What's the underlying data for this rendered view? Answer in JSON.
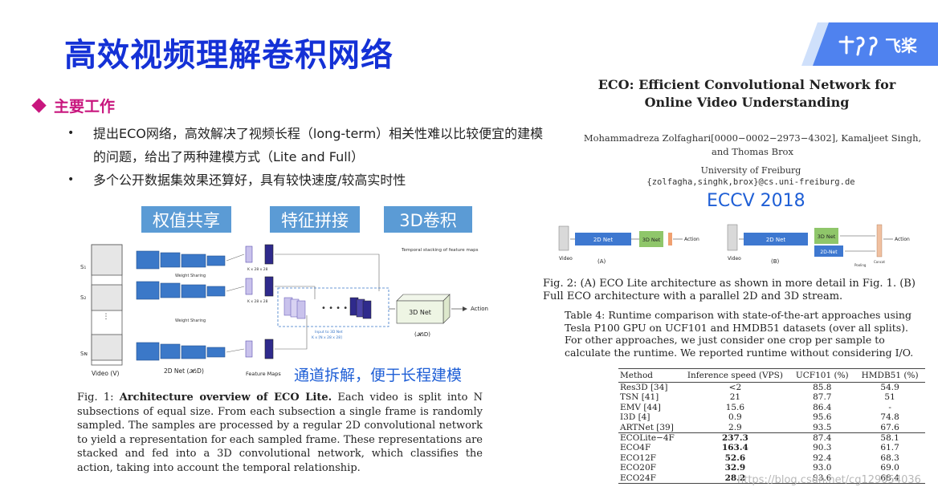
{
  "slide": {
    "title": "高效视频理解卷积网络",
    "logo_text": "飞桨",
    "section_heading": "主要工作",
    "bullets": [
      "提出ECO网络，高效解决了视频长程（long-term）相关性难以比较便宜的建模的问题，给出了两种建模方式（Lite and Full）",
      "多个公开数据集效果还算好，具有较快速度/较高实时性"
    ],
    "tags": [
      "权值共享",
      "特征拼接",
      "3D卷积"
    ],
    "channel_note": "通道拆解，便于长程建模",
    "venue": "ECCV 2018",
    "watermark": "https://blog.csdn.net/cg129054036"
  },
  "fig1": {
    "segments": [
      "S₁",
      "S₂",
      "Sɴ"
    ],
    "video_label": "Video (V)",
    "net2d_label": "2D Net (𝓗₂D)",
    "weight_sharing": "Weight Sharing",
    "feature_maps": "Feature Maps",
    "fmap_size": "K x 28 x 28",
    "temporal_note": "Temporal stacking of feature maps",
    "input_note": "Input to 3D Net",
    "input_size": "K x [N x 28 x 28]",
    "net3d_label": "3D Net",
    "net3d_sub": "(𝓗₃D)",
    "action": "Action"
  },
  "fig1_caption": {
    "label": "Fig. 1:",
    "bold": "Architecture overview of ECO Lite.",
    "text": "Each video is split into N subsections of equal size. From each subsection a single frame is randomly sampled. The samples are processed by a regular 2D convolutional network to yield a representation for each sampled frame. These representations are stacked and fed into a 3D convolutional network, which classifies the action, taking into account the temporal relationship."
  },
  "paper": {
    "title_line1": "ECO: Efficient Convolutional Network for",
    "title_line2": "Online Video Understanding",
    "authors": "Mohammadreza Zolfaghari[0000−0002−2973−4302], Kamaljeet Singh, and Thomas Brox",
    "affiliation": "University of Freiburg",
    "emails": "{zolfagha,singhk,brox}@cs.uni-freiburg.de"
  },
  "fig2": {
    "video": "Video",
    "net2d": "2D Net",
    "net3d": "3D Net",
    "net2d_small": "2D-Net",
    "pooling": "Pooling",
    "concat": "Concat",
    "action": "Action",
    "label_a": "(A)",
    "label_b": "(B)",
    "caption": "Fig. 2: (A) ECO Lite architecture as shown in more detail in Fig. 1. (B) Full ECO architecture with a parallel 2D and 3D stream."
  },
  "table4": {
    "caption": "Table 4: Runtime comparison with state-of-the-art approaches using Tesla P100 GPU on UCF101 and HMDB51 datasets (over all splits). For other approaches, we just consider one crop per sample to calculate the runtime. We reported runtime without considering I/O.",
    "headers": [
      "Method",
      "Inference speed (VPS)",
      "UCF101 (%)",
      "HMDB51 (%)"
    ],
    "rows": [
      [
        "Res3D [34]",
        "<2",
        "85.8",
        "54.9"
      ],
      [
        "TSN [41]",
        "21",
        "87.7",
        "51"
      ],
      [
        "EMV [44]",
        "15.6",
        "86.4",
        "-"
      ],
      [
        "I3D [4]",
        "0.9",
        "95.6",
        "74.8"
      ],
      [
        "ARTNet [39]",
        "2.9",
        "93.5",
        "67.6"
      ],
      [
        "ECOLite−4F",
        "237.3",
        "87.4",
        "58.1"
      ],
      [
        "ECO4F",
        "163.4",
        "90.3",
        "61.7"
      ],
      [
        "ECO12F",
        "52.6",
        "92.4",
        "68.3"
      ],
      [
        "ECO20F",
        "32.9",
        "93.0",
        "69.0"
      ],
      [
        "ECO24F",
        "28.2",
        "93.6",
        "68.4"
      ]
    ]
  },
  "colors": {
    "title": "#1431d6",
    "accent": "#c8167e",
    "tag_bg": "#5b9bd5",
    "highlight_text": "#1f5fd6"
  }
}
